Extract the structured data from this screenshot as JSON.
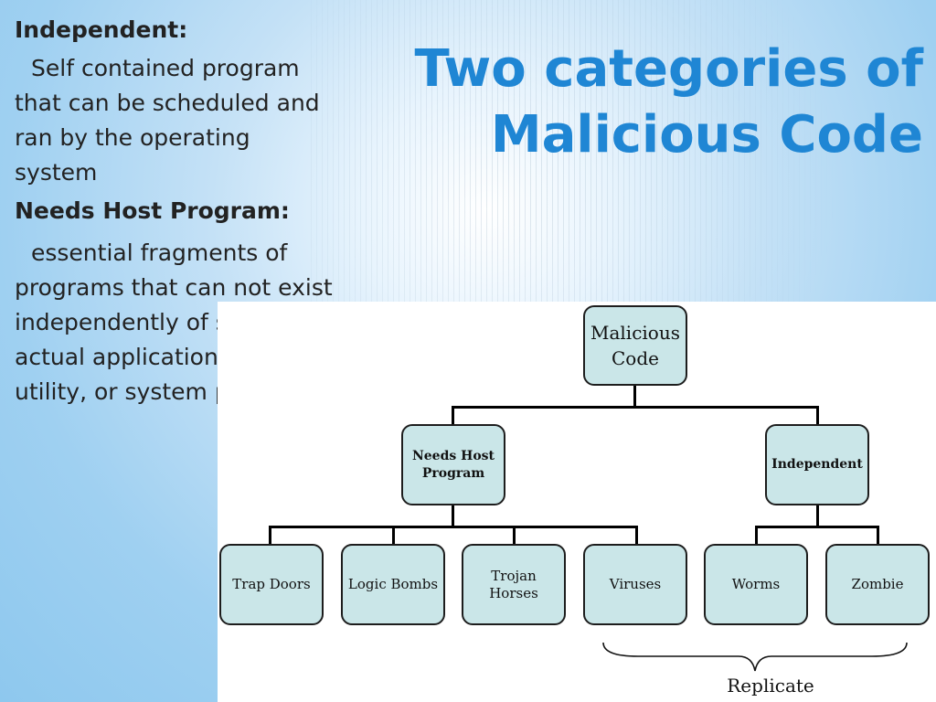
{
  "slide": {
    "title_line1": "Two categories of",
    "title_line2": "Malicious Code",
    "independent_heading": "Independent:",
    "independent_desc": "Self contained program that can be scheduled and ran by the operating system",
    "host_heading": "Needs Host Program:",
    "host_desc": "essential fragments of programs that can not exist independently of some actual application program, utility, or system program"
  },
  "diagram": {
    "root": "Malicious Code",
    "categories": [
      "Needs Host Program",
      "Independent"
    ],
    "needs_host_children": [
      "Trap Doors",
      "Logic Bombs",
      "Trojan Horses",
      "Viruses"
    ],
    "independent_children": [
      "Worms",
      "Zombie"
    ],
    "brace_label": "Replicate",
    "node_fill": "#cae6e8"
  },
  "colors": {
    "title": "#1f86d4"
  }
}
